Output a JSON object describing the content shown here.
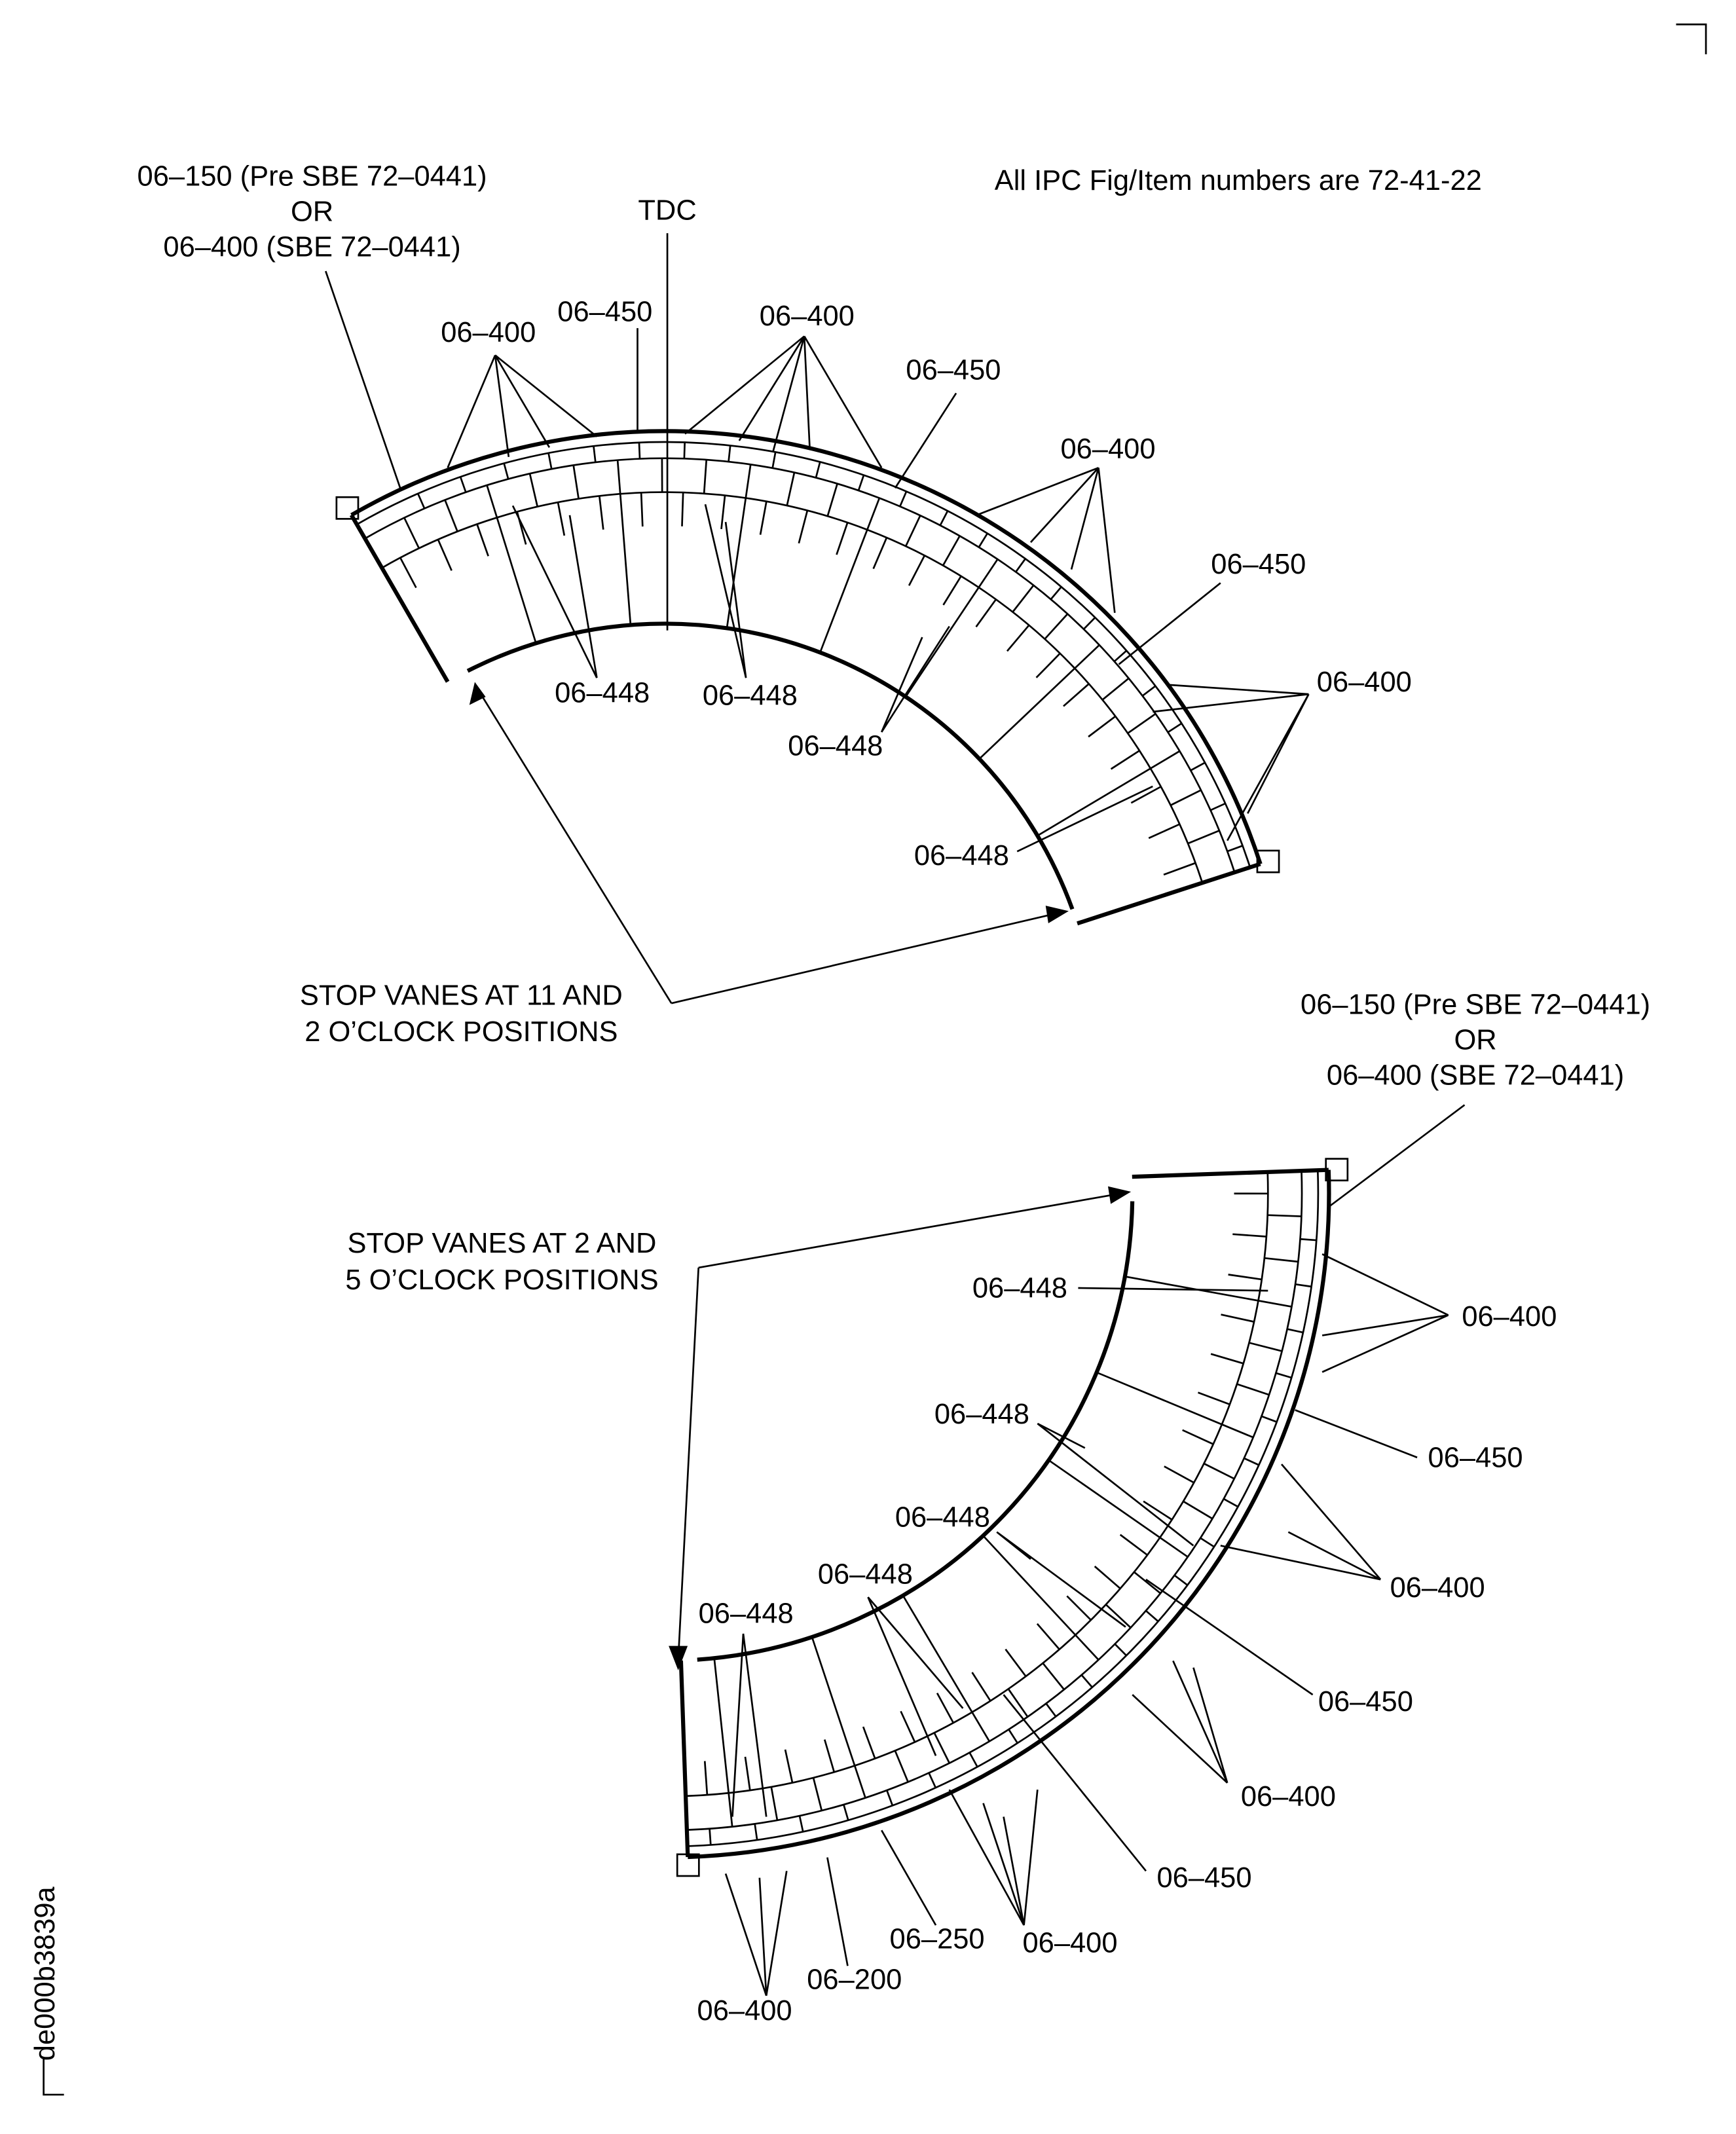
{
  "note": "All IPC Fig/Item numbers are 72-41-22",
  "figure_id": "de000b3839a",
  "top": {
    "callout_alt": [
      "06–150 (Pre SBE 72–0441)",
      "OR",
      "06–400 (SBE 72–0441)"
    ],
    "tdc": "TDC",
    "labels": [
      "06–400",
      "06–450",
      "06–400",
      "06–450",
      "06–400",
      "06–450",
      "06–400",
      "06–448",
      "06–448",
      "06–448",
      "06–448"
    ],
    "stop_vanes": [
      "STOP VANES AT 11 AND",
      "2 O’CLOCK POSITIONS"
    ]
  },
  "bottom": {
    "callout_alt": [
      "06–150 (Pre SBE 72–0441)",
      "OR",
      "06–400 (SBE 72–0441)"
    ],
    "stop_vanes": [
      "STOP VANES AT 2 AND",
      "5 O’CLOCK POSITIONS"
    ],
    "labels": [
      "06–448",
      "06–400",
      "06–448",
      "06–450",
      "06–448",
      "06–400",
      "06–448",
      "06–448",
      "06–450",
      "06–400",
      "06–450",
      "06–250",
      "06–400",
      "06–200",
      "06–400"
    ]
  }
}
